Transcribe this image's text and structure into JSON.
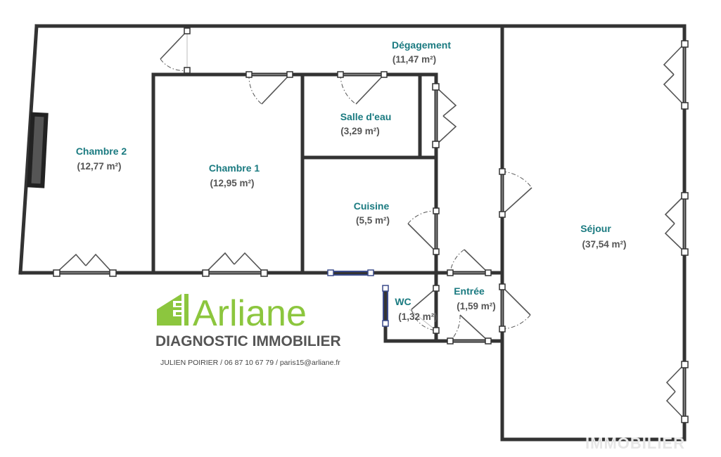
{
  "rooms": {
    "chambre2": {
      "name": "Chambre 2",
      "area": "(12,77 m²)"
    },
    "chambre1": {
      "name": "Chambre 1",
      "area": "(12,95 m²)"
    },
    "degagement": {
      "name": "Dégagement",
      "area": "(11,47 m²)"
    },
    "salle_eau": {
      "name": "Salle d'eau",
      "area": "(3,29 m²)"
    },
    "cuisine": {
      "name": "Cuisine",
      "area": "(5,5 m²)"
    },
    "sejour": {
      "name": "Séjour",
      "area": "(37,54 m²)"
    },
    "entree": {
      "name": "Entrée",
      "area": "(1,59 m²)"
    },
    "wc": {
      "name": "WC",
      "area": "(1,32 m²)"
    }
  },
  "logo": {
    "brand": "Arliane",
    "subtitle": "DIAGNOSTIC IMMOBILIER",
    "contact": "JULIEN POIRIER / 06 87 10 67 79 / paris15@arliane.fr",
    "color": "#8cc63e"
  },
  "watermark": "IMMOBILIER",
  "colors": {
    "room_label": "#1a7a80",
    "area_label": "#555555",
    "wall": "#333333"
  }
}
